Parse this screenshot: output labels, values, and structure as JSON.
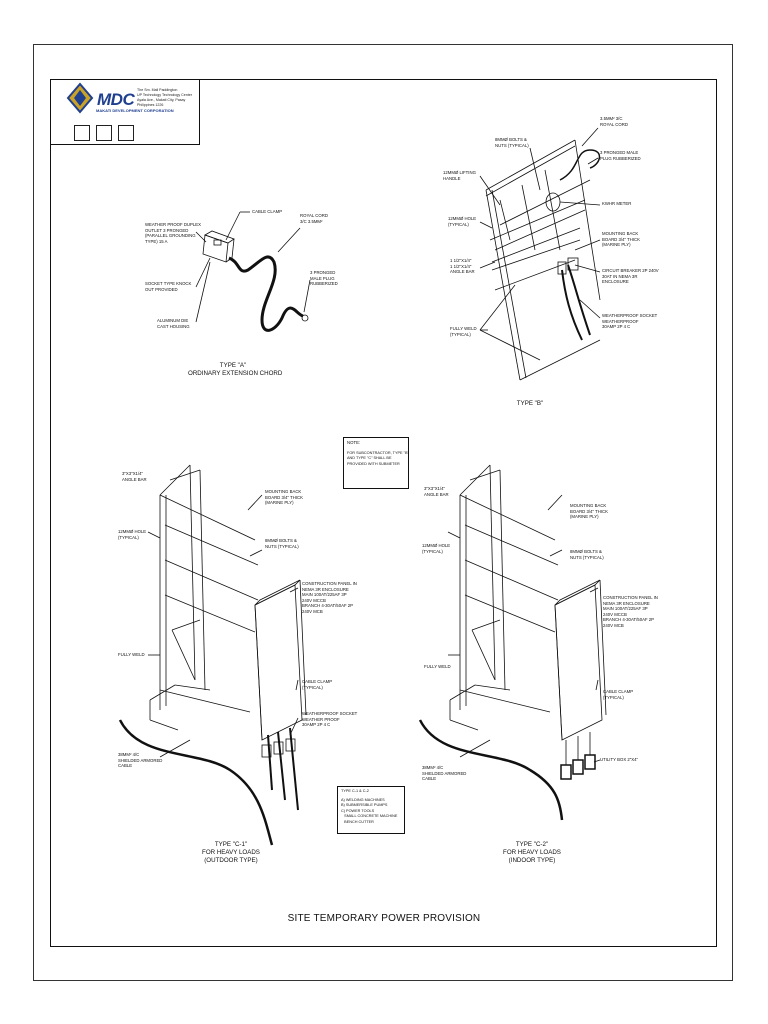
{
  "title_block": {
    "logo": "MDC",
    "logo_sub": "MAKATI DEVELOPMENT CORPORATION",
    "address": [
      "The Sm. Mall Paddington",
      "UP Technology Technology Center",
      "Ayala Ave., Makati City, Pasay",
      "Philippines 1226"
    ]
  },
  "type_a": {
    "labels": {
      "cable_clamp": "CABLE CLAMP",
      "weatherproof_outlet": [
        "WEATHER PROOF DUPLEX",
        "OUTLET 3 PRONGED",
        "(PARALLEL GROUNDING",
        "TYPE) 15 A"
      ],
      "socket_type_knock": [
        "SOCKET TYPE KNOCK",
        "OUT PROVIDED"
      ],
      "aluminum_die_cast": [
        "ALUMINUM DIE",
        "CAST HOUSING"
      ],
      "royal_cord": [
        "ROYAL CORD",
        "3/C 3.5mm²"
      ],
      "prong_male_plug": [
        "3 PRONGED",
        "MALE PLUG",
        "RUBBERIZED"
      ]
    },
    "caption": [
      "TYPE \"A\"",
      "ORDINARY EXTENSION CHORD"
    ]
  },
  "type_b": {
    "labels": {
      "royal_cord": [
        "3.5mm² 3/C",
        "ROYAL CORD"
      ],
      "bolts_nuts": [
        "8mmø BOLTS &",
        "NUTS (TYPICAL)"
      ],
      "prong_plug": [
        "3 PRONGED MALE",
        "PLUG RUBBERIZED"
      ],
      "lifting_handle": [
        "12mmø LIFTING",
        "HANDLE"
      ],
      "kwhr_meter": "KWHR METER",
      "hole": [
        "12mmø HOLE",
        "(TYPICAL)"
      ],
      "mounting_back": [
        "MOUNTING BACK",
        "BOARD 3/4\" THICK",
        "(MARINE PLY)"
      ],
      "angle_bar": [
        "1 1/2\"x1/4\"",
        "1 1/2\"x1/4\"",
        "ANGLE BAR"
      ],
      "circuit_breaker": [
        "CIRCUIT BREAKER 2P 240V",
        "30AT IN NEMA 3R",
        "ENCLOSURE"
      ],
      "fully_weld": [
        "FULLY WELD",
        "(TYPICAL)"
      ],
      "weatherproof_socket": [
        "WEATHERPROOF SOCKET",
        "WEATHERPROOF",
        "30AMP 2P 4 C"
      ]
    },
    "caption": "TYPE \"B\""
  },
  "note": {
    "heading": "NOTE:",
    "lines": [
      "FOR SUBCONTRACTOR, TYPE \"B\"",
      "AND TYPE \"C\" SHALL BE",
      "PROVIDED WITH SUBMETER"
    ]
  },
  "type_c1": {
    "labels": {
      "angle_bar": [
        "3\"x3\"x1/4\"",
        "ANGLE BAR"
      ],
      "mounting_back": [
        "MOUNTING BACK",
        "BOARD 3/4\" THICK",
        "(MARINE PLY)"
      ],
      "hole": [
        "12mmø HOLE",
        "(TYPICAL)"
      ],
      "bolts_nuts": [
        "8mmø BOLTS &",
        "NUTS (TYPICAL)"
      ],
      "construction_panel": [
        "CONSTRUCTION PANEL IN",
        "NEMA 3R ENCLOSURE",
        "MAIN 100AT/225AF 3P",
        "240V MCCB",
        "BRANCH 4-30AT/50AF 2P",
        "240V MCB"
      ],
      "fully_weld": "FULLY WELD",
      "cable_clamp": [
        "CABLE CLAMP",
        "(TYPICAL)"
      ],
      "weatherproof_socket": [
        "WEATHERPROOF SOCKET",
        "WEATHER PROOF",
        "30AMP 2P 4 C"
      ],
      "armored_cable": [
        "38mm² 4/C",
        "SHIELDED ARMORED",
        "CABLE"
      ]
    },
    "caption": [
      "TYPE \"C-1\"",
      "FOR HEAVY LOADS",
      "(OUTDOOR TYPE)"
    ]
  },
  "type_c2": {
    "labels": {
      "angle_bar": [
        "3\"x3\"x1/4\"",
        "ANGLE BAR"
      ],
      "mounting_back": [
        "MOUNTING BACK",
        "BOARD 3/4\" THICK",
        "(MARINE PLY)"
      ],
      "hole": [
        "12mmø HOLE",
        "(TYPICAL)"
      ],
      "bolts_nuts": [
        "8mmø BOLTS &",
        "NUTS (TYPICAL)"
      ],
      "construction_panel": [
        "CONSTRUCTION PANEL IN",
        "NEMA 3R ENCLOSURE",
        "MAIN 100AT/225AF 3P",
        "240V MCCB",
        "BRANCH 4-30AT/50AF 2P",
        "240V MCB"
      ],
      "fully_weld": "FULLY WELD",
      "cable_clamp": [
        "CABLE CLAMP",
        "(TYPICAL)"
      ],
      "utility_box": "UTILITY BOX 2\"x4\"",
      "armored_cable": [
        "38mm² 4/C",
        "SHIELDED ARMORED",
        "CABLE"
      ]
    },
    "caption": [
      "TYPE \"C-2\"",
      "FOR HEAVY LOADS",
      "(INDOOR TYPE)"
    ]
  },
  "type_c_note": {
    "heading": "TYPE C-1 & C-2",
    "lines": [
      "A) WELDING MACHINES",
      "B) SUBMERSIBLE PUMPS",
      "C) POWER TOOLS",
      "   SMALL CONCRETE MACHINE",
      "   BENCH CUTTER"
    ]
  },
  "main_title": "SITE TEMPORARY POWER PROVISION",
  "colors": {
    "logo_blue": "#1f3f8f",
    "logo_gold": "#c9a227",
    "line": "#111111"
  }
}
